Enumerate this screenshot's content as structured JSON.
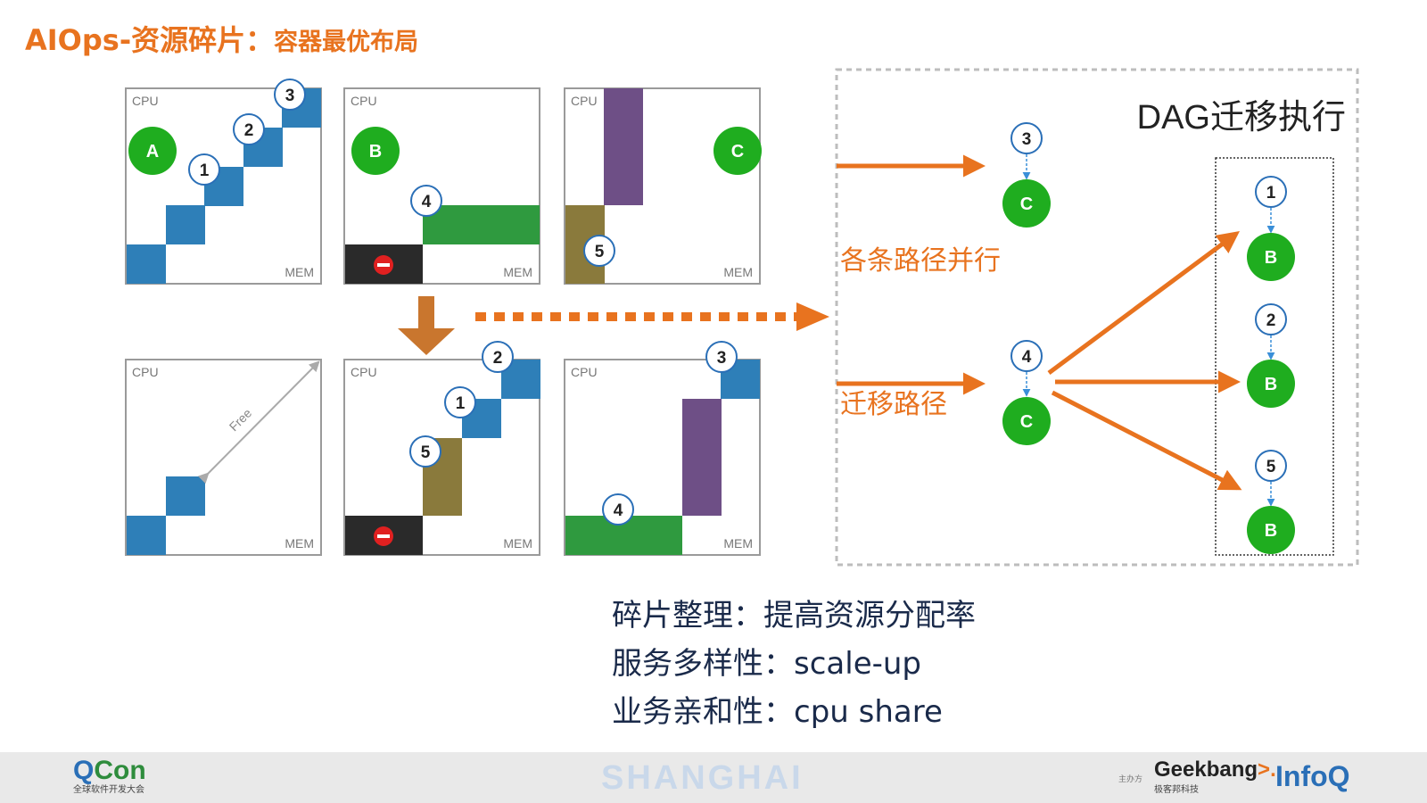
{
  "title": {
    "main": "AIOps-资源碎片：",
    "sub": "容器最优布局"
  },
  "panels": [
    {
      "cpu": "CPU",
      "mem": "MEM",
      "node": "A"
    },
    {
      "cpu": "CPU",
      "mem": "MEM",
      "node": "B"
    },
    {
      "cpu": "CPU",
      "mem": "MEM",
      "node": "C"
    },
    {
      "cpu": "CPU",
      "mem": "MEM",
      "free": "Free"
    },
    {
      "cpu": "CPU",
      "mem": "MEM"
    },
    {
      "cpu": "CPU",
      "mem": "MEM"
    }
  ],
  "badges": [
    "1",
    "2",
    "3",
    "4",
    "5"
  ],
  "dag": {
    "title": "DAG迁移执行",
    "parallel_label": "各条路径并行",
    "migration_label": "迁移路径",
    "node_c": "C",
    "node_b": "B"
  },
  "bullets": [
    "碎片整理：提高资源分配率",
    "服务多样性：scale-up",
    "业务亲和性：cpu share"
  ],
  "footer": {
    "qcon_q": "Q",
    "qcon_rest": "Con",
    "qcon_sub": "全球软件开发大会",
    "city": "SHANGHAI",
    "organizer": "主办方",
    "geek_a": "Geek",
    "geek_b": "bang",
    "geek_c": ">.",
    "geek_sub": "极客邦科技",
    "infoq": "InfoQ"
  },
  "colors": {
    "accent": "#e8731f",
    "node_green": "#1fad1f",
    "blue": "#2e7fb8",
    "green_block": "#2f9a3f",
    "purple": "#6e4f86",
    "olive": "#8a7a3c",
    "black_block": "#2a2a2a",
    "badge_ring": "#2a6fb7"
  }
}
